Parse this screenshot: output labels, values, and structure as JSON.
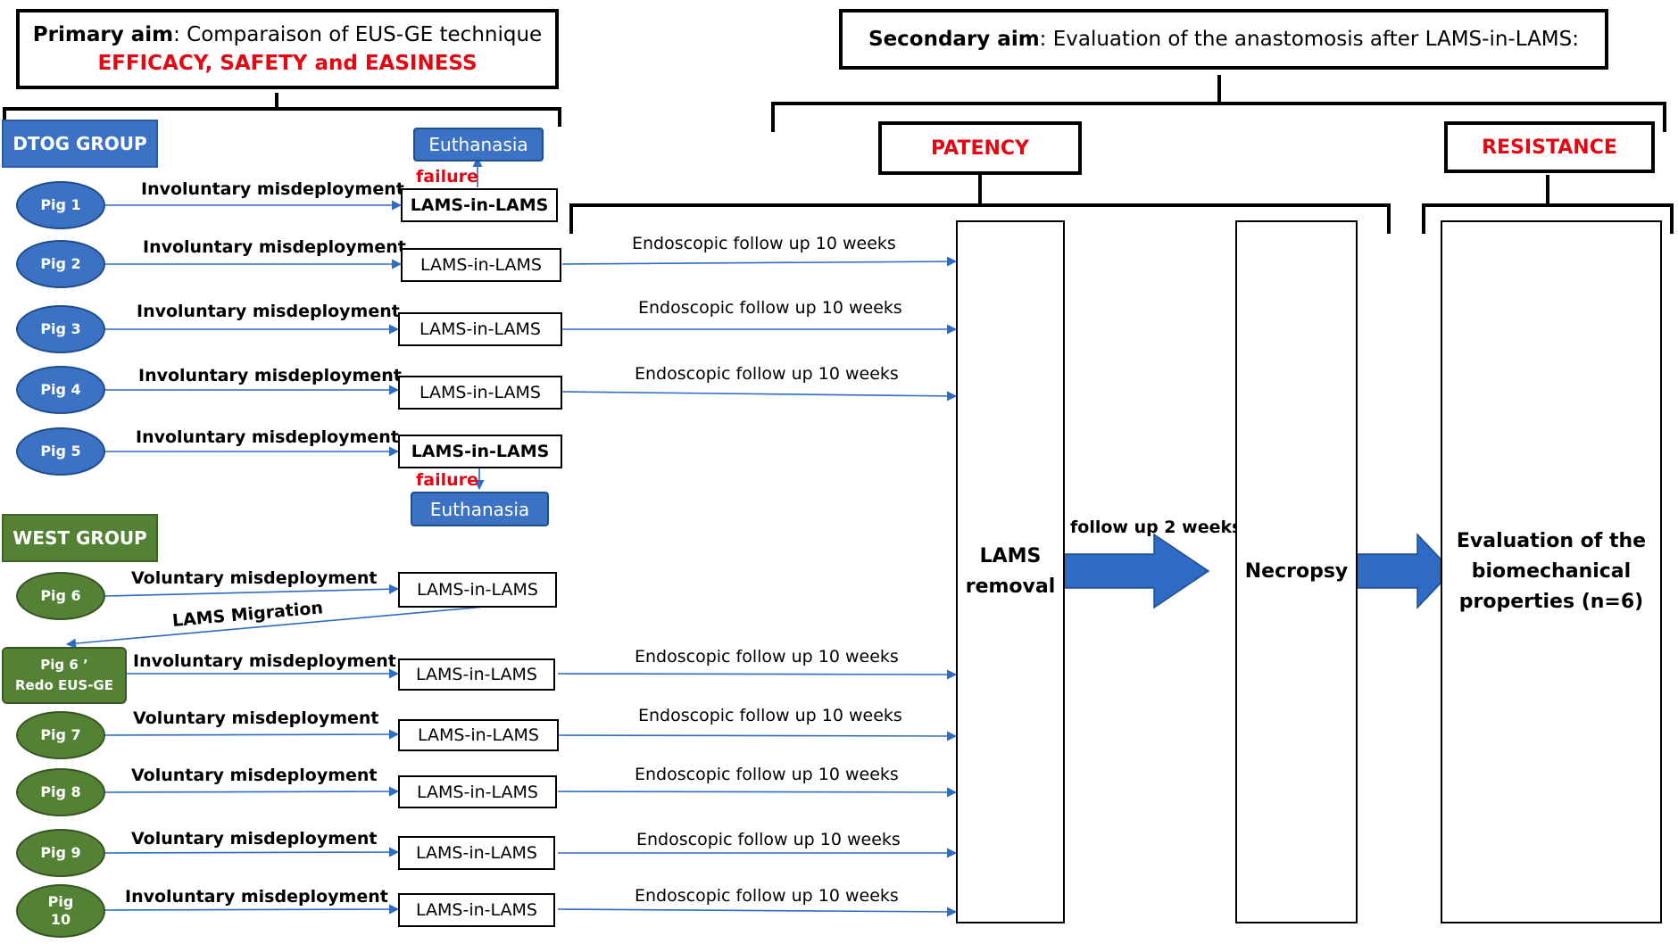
{
  "primary_aim": {
    "label": "Primary aim",
    "text": ": Comparaison of EUS-GE technique",
    "highlight_1": "EFFICACY",
    "sep_1": ", ",
    "highlight_2": "SAFETY",
    "sep_2": " and ",
    "highlight_3": "EASINESS"
  },
  "secondary_aim": {
    "label": "Secondary aim",
    "text": ": Evaluation of the anastomosis after LAMS-in-LAMS:"
  },
  "patency": "PATENCY",
  "resistance": "RESISTANCE",
  "dtog_group": "DTOG GROUP",
  "west_group": "WEST GROUP",
  "euthanasia": "Euthanasia",
  "failure": "failure",
  "lams_migration": "LAMS Migration",
  "lams_removal": "LAMS\nremoval",
  "follow_up_2_weeks": "follow up 2 weeks",
  "necropsy": "Necropsy",
  "evaluation": "Evaluation of the\nbiomechanical\nproperties (n=6)",
  "follow_up_10_weeks": "Endoscopic follow up 10 weeks",
  "pigs": [
    {
      "name": "Pig 1",
      "misdeployment": "Involuntary misdeployment",
      "procedure": "LAMS-in-LAMS"
    },
    {
      "name": "Pig 2",
      "misdeployment": "Involuntary misdeployment",
      "procedure": "LAMS-in-LAMS"
    },
    {
      "name": "Pig 3",
      "misdeployment": "Involuntary misdeployment",
      "procedure": "LAMS-in-LAMS"
    },
    {
      "name": "Pig 4",
      "misdeployment": "Involuntary misdeployment",
      "procedure": "LAMS-in-LAMS"
    },
    {
      "name": "Pig 5",
      "misdeployment": "Involuntary misdeployment",
      "procedure": "LAMS-in-LAMS"
    },
    {
      "name": "Pig 6",
      "misdeployment": "Voluntary misdeployment",
      "procedure": "LAMS-in-LAMS"
    },
    {
      "name": "Pig 6 ’",
      "name_line2": "Redo EUS-GE",
      "misdeployment": "Involuntary misdeployment",
      "procedure": "LAMS-in-LAMS"
    },
    {
      "name": "Pig 7",
      "misdeployment": "Voluntary misdeployment",
      "procedure": "LAMS-in-LAMS"
    },
    {
      "name": "Pig 8",
      "misdeployment": "Voluntary misdeployment",
      "procedure": "LAMS-in-LAMS"
    },
    {
      "name": "Pig 9",
      "misdeployment": "Voluntary misdeployment",
      "procedure": "LAMS-in-LAMS"
    },
    {
      "name": "Pig",
      "name_line2": "10",
      "misdeployment": "Involuntary misdeployment",
      "procedure": "LAMS-in-LAMS"
    }
  ],
  "colors": {
    "dtog_blue": "#3c72c4",
    "west_green": "#548235",
    "highlight_red": "#e30613",
    "arrow_blue": "#2f6bc4"
  }
}
